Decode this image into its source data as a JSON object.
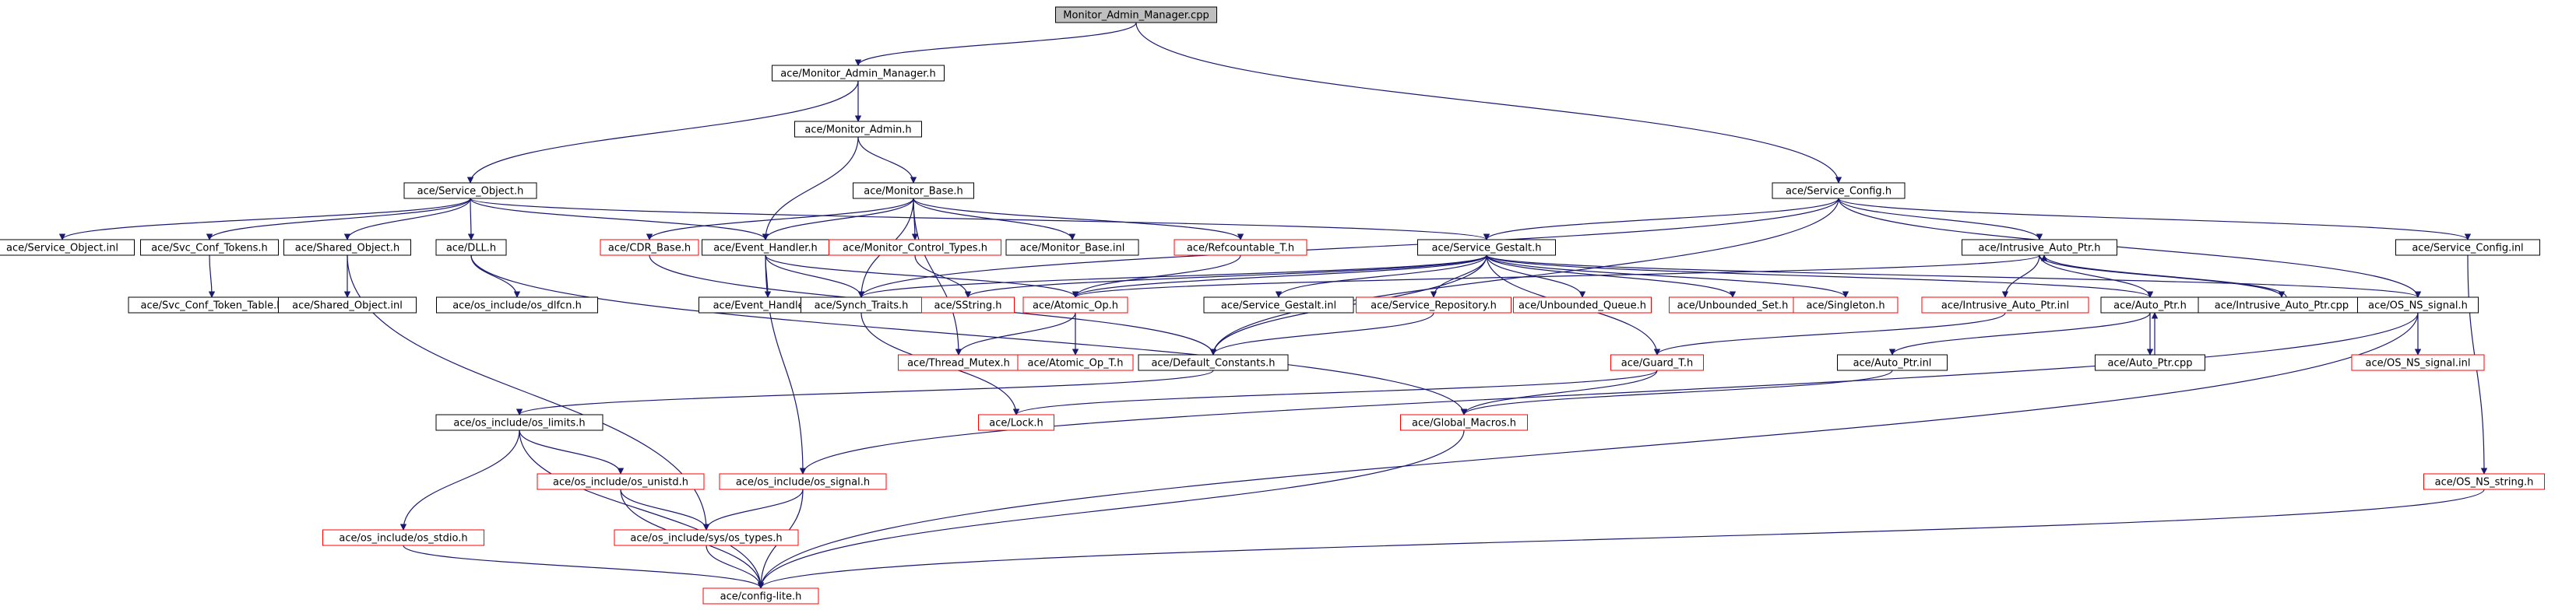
{
  "diagram": {
    "root": "monitor_cpp",
    "colors": {
      "edge": "#191970",
      "box_border_default": "#000000",
      "box_border_red": "#ff0000",
      "root_fill": "#bfbfbf",
      "text": "#000000"
    },
    "nodes": [
      {
        "id": "monitor_cpp",
        "label": "Monitor_Admin_Manager.cpp",
        "style": "root"
      },
      {
        "id": "mam_h",
        "label": "ace/Monitor_Admin_Manager.h",
        "style": "black"
      },
      {
        "id": "ma_h",
        "label": "ace/Monitor_Admin.h",
        "style": "black"
      },
      {
        "id": "so_h",
        "label": "ace/Service_Object.h",
        "style": "black"
      },
      {
        "id": "mb_h",
        "label": "ace/Monitor_Base.h",
        "style": "black"
      },
      {
        "id": "sc_h",
        "label": "ace/Service_Config.h",
        "style": "black"
      },
      {
        "id": "so_inl",
        "label": "ace/Service_Object.inl",
        "style": "black"
      },
      {
        "id": "sct_h",
        "label": "ace/Svc_Conf_Tokens.h",
        "style": "black"
      },
      {
        "id": "sho_h",
        "label": "ace/Shared_Object.h",
        "style": "black"
      },
      {
        "id": "dll_h",
        "label": "ace/DLL.h",
        "style": "black"
      },
      {
        "id": "cdr_h",
        "label": "ace/CDR_Base.h",
        "style": "red"
      },
      {
        "id": "eh_h",
        "label": "ace/Event_Handler.h",
        "style": "black"
      },
      {
        "id": "mct_h",
        "label": "ace/Monitor_Control_Types.h",
        "style": "red"
      },
      {
        "id": "mb_inl",
        "label": "ace/Monitor_Base.inl",
        "style": "black"
      },
      {
        "id": "rc_h",
        "label": "ace/Refcountable_T.h",
        "style": "red"
      },
      {
        "id": "sg_h",
        "label": "ace/Service_Gestalt.h",
        "style": "black"
      },
      {
        "id": "iap_h",
        "label": "ace/Intrusive_Auto_Ptr.h",
        "style": "black"
      },
      {
        "id": "sc_inl",
        "label": "ace/Service_Config.inl",
        "style": "black"
      },
      {
        "id": "sctt_h",
        "label": "ace/Svc_Conf_Token_Table.h",
        "style": "black"
      },
      {
        "id": "sho_inl",
        "label": "ace/Shared_Object.inl",
        "style": "black"
      },
      {
        "id": "dlfcn_h",
        "label": "ace/os_include/os_dlfcn.h",
        "style": "black"
      },
      {
        "id": "eh_inl",
        "label": "ace/Event_Handler.inl",
        "style": "black"
      },
      {
        "id": "st_h",
        "label": "ace/Synch_Traits.h",
        "style": "black"
      },
      {
        "id": "ss_h",
        "label": "ace/SString.h",
        "style": "red"
      },
      {
        "id": "aop_h",
        "label": "ace/Atomic_Op.h",
        "style": "red"
      },
      {
        "id": "sg_inl",
        "label": "ace/Service_Gestalt.inl",
        "style": "black"
      },
      {
        "id": "sr_h",
        "label": "ace/Service_Repository.h",
        "style": "red"
      },
      {
        "id": "uq_h",
        "label": "ace/Unbounded_Queue.h",
        "style": "red"
      },
      {
        "id": "us_h",
        "label": "ace/Unbounded_Set.h",
        "style": "red"
      },
      {
        "id": "sing_h",
        "label": "ace/Singleton.h",
        "style": "red"
      },
      {
        "id": "iap_inl",
        "label": "ace/Intrusive_Auto_Ptr.inl",
        "style": "red"
      },
      {
        "id": "ap_h",
        "label": "ace/Auto_Ptr.h",
        "style": "black"
      },
      {
        "id": "iap_cpp",
        "label": "ace/Intrusive_Auto_Ptr.cpp",
        "style": "black"
      },
      {
        "id": "nss_h",
        "label": "ace/OS_NS_signal.h",
        "style": "black"
      },
      {
        "id": "tm_h",
        "label": "ace/Thread_Mutex.h",
        "style": "red"
      },
      {
        "id": "aopt_h",
        "label": "ace/Atomic_Op_T.h",
        "style": "red"
      },
      {
        "id": "dc_h",
        "label": "ace/Default_Constants.h",
        "style": "black"
      },
      {
        "id": "gt_h",
        "label": "ace/Guard_T.h",
        "style": "red"
      },
      {
        "id": "ap_inl",
        "label": "ace/Auto_Ptr.inl",
        "style": "black"
      },
      {
        "id": "ap_cpp",
        "label": "ace/Auto_Ptr.cpp",
        "style": "black"
      },
      {
        "id": "nss_inl",
        "label": "ace/OS_NS_signal.inl",
        "style": "red"
      },
      {
        "id": "limits_h",
        "label": "ace/os_include/os_limits.h",
        "style": "black"
      },
      {
        "id": "lock_h",
        "label": "ace/Lock.h",
        "style": "red"
      },
      {
        "id": "gm_h",
        "label": "ace/Global_Macros.h",
        "style": "red"
      },
      {
        "id": "unistd_h",
        "label": "ace/os_include/os_unistd.h",
        "style": "red"
      },
      {
        "id": "signal_h",
        "label": "ace/os_include/os_signal.h",
        "style": "red"
      },
      {
        "id": "stdio_h",
        "label": "ace/os_include/os_stdio.h",
        "style": "red"
      },
      {
        "id": "types_h",
        "label": "ace/os_include/sys/os_types.h",
        "style": "red"
      },
      {
        "id": "nsstr_h",
        "label": "ace/OS_NS_string.h",
        "style": "red"
      },
      {
        "id": "cl_h",
        "label": "ace/config-lite.h",
        "style": "red"
      }
    ],
    "edges": [
      [
        "monitor_cpp",
        "mam_h"
      ],
      [
        "monitor_cpp",
        "sc_h"
      ],
      [
        "mam_h",
        "ma_h"
      ],
      [
        "mam_h",
        "so_h"
      ],
      [
        "ma_h",
        "mb_h"
      ],
      [
        "ma_h",
        "eh_h"
      ],
      [
        "so_h",
        "so_inl"
      ],
      [
        "so_h",
        "sct_h"
      ],
      [
        "so_h",
        "sho_h"
      ],
      [
        "so_h",
        "dll_h"
      ],
      [
        "so_h",
        "eh_h"
      ],
      [
        "so_h",
        "sg_h"
      ],
      [
        "mb_h",
        "cdr_h"
      ],
      [
        "mb_h",
        "eh_h"
      ],
      [
        "mb_h",
        "mct_h"
      ],
      [
        "mb_h",
        "mb_inl"
      ],
      [
        "mb_h",
        "st_h"
      ],
      [
        "mb_h",
        "rc_h"
      ],
      [
        "mb_h",
        "tm_h"
      ],
      [
        "sc_h",
        "sg_h"
      ],
      [
        "sc_h",
        "iap_h"
      ],
      [
        "sc_h",
        "sc_inl"
      ],
      [
        "sc_h",
        "nss_h"
      ],
      [
        "sc_h",
        "st_h"
      ],
      [
        "sc_h",
        "dc_h"
      ],
      [
        "sct_h",
        "sctt_h"
      ],
      [
        "sho_h",
        "sho_inl"
      ],
      [
        "sho_h",
        "types_h"
      ],
      [
        "dll_h",
        "dlfcn_h"
      ],
      [
        "dll_h",
        "gm_h"
      ],
      [
        "cdr_h",
        "dc_h"
      ],
      [
        "eh_h",
        "eh_inl"
      ],
      [
        "eh_h",
        "st_h"
      ],
      [
        "eh_h",
        "aop_h"
      ],
      [
        "eh_h",
        "signal_h"
      ],
      [
        "mct_h",
        "ss_h"
      ],
      [
        "rc_h",
        "aop_h"
      ],
      [
        "sg_h",
        "st_h"
      ],
      [
        "sg_h",
        "ss_h"
      ],
      [
        "sg_h",
        "aop_h"
      ],
      [
        "sg_h",
        "sg_inl"
      ],
      [
        "sg_h",
        "sr_h"
      ],
      [
        "sg_h",
        "uq_h"
      ],
      [
        "sg_h",
        "us_h"
      ],
      [
        "sg_h",
        "sing_h"
      ],
      [
        "sg_h",
        "ap_h"
      ],
      [
        "sg_h",
        "nss_h"
      ],
      [
        "sg_h",
        "dc_h"
      ],
      [
        "sg_h",
        "gt_h"
      ],
      [
        "iap_h",
        "iap_inl"
      ],
      [
        "iap_h",
        "ap_h"
      ],
      [
        "iap_h",
        "iap_cpp"
      ],
      [
        "iap_h",
        "aop_h"
      ],
      [
        "iap_cpp",
        "iap_h"
      ],
      [
        "sc_inl",
        "nsstr_h"
      ],
      [
        "st_h",
        "lock_h"
      ],
      [
        "aop_h",
        "tm_h"
      ],
      [
        "aop_h",
        "aopt_h"
      ],
      [
        "sr_h",
        "dc_h"
      ],
      [
        "iap_inl",
        "gt_h"
      ],
      [
        "ap_h",
        "ap_inl"
      ],
      [
        "ap_h",
        "ap_cpp"
      ],
      [
        "ap_cpp",
        "ap_h"
      ],
      [
        "nss_h",
        "nss_inl"
      ],
      [
        "nss_h",
        "signal_h"
      ],
      [
        "nss_h",
        "cl_h"
      ],
      [
        "dc_h",
        "limits_h"
      ],
      [
        "gt_h",
        "lock_h"
      ],
      [
        "gt_h",
        "gm_h"
      ],
      [
        "ap_inl",
        "gm_h"
      ],
      [
        "limits_h",
        "unistd_h"
      ],
      [
        "limits_h",
        "stdio_h"
      ],
      [
        "limits_h",
        "cl_h"
      ],
      [
        "unistd_h",
        "types_h"
      ],
      [
        "unistd_h",
        "cl_h"
      ],
      [
        "signal_h",
        "types_h"
      ],
      [
        "signal_h",
        "cl_h"
      ],
      [
        "stdio_h",
        "cl_h"
      ],
      [
        "types_h",
        "cl_h"
      ],
      [
        "gm_h",
        "cl_h"
      ],
      [
        "nsstr_h",
        "cl_h"
      ]
    ]
  }
}
